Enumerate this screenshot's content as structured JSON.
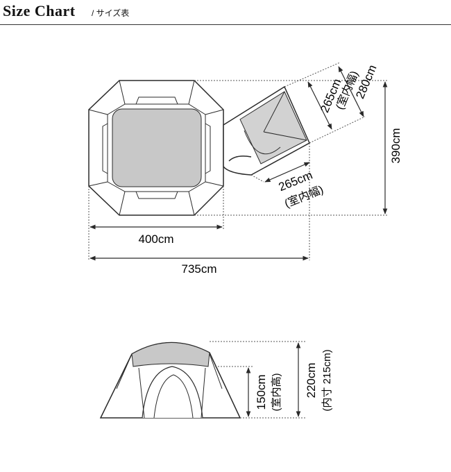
{
  "header": {
    "title": "Size Chart",
    "subtitle": "/ サイズ表"
  },
  "plan": {
    "width_total": "735cm",
    "width_main": "400cm",
    "depth_total": "390cm",
    "vestibule_length_outer": "280cm",
    "vestibule_length_inner": "265cm",
    "vestibule_length_inner_note": "(室内幅)",
    "vestibule_width": "265cm",
    "vestibule_width_note": "(室内幅)"
  },
  "side": {
    "height_inner": "150cm",
    "height_inner_note": "(室内高)",
    "height_total": "220cm",
    "height_total_note": "(内寸 215cm)"
  },
  "colors": {
    "line": "#2a2a2a",
    "fill_gray": "#c8c8c8",
    "dotted": "#555555"
  }
}
